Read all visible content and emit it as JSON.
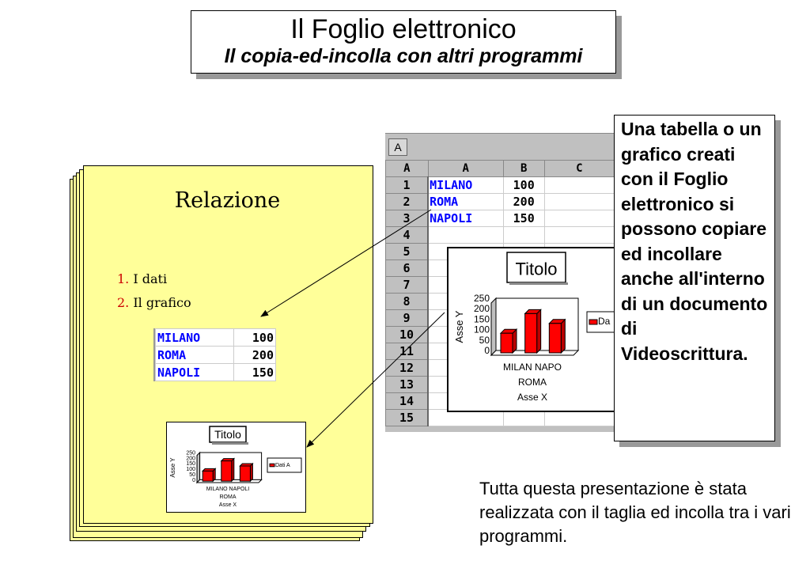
{
  "title": "Il Foglio elettronico",
  "subtitle": "Il copia-ed-incolla con altri programmi",
  "document": {
    "heading": "Relazione",
    "items": [
      {
        "num": "1.",
        "label": "I dati"
      },
      {
        "num": "2.",
        "label": "Il grafico"
      }
    ]
  },
  "table": [
    {
      "city": "MILANO",
      "value": "100"
    },
    {
      "city": "ROMA",
      "value": "200"
    },
    {
      "city": "NAPOLI",
      "value": "150"
    }
  ],
  "sheet": {
    "tab": "A",
    "corner": "A",
    "columns": [
      "A",
      "B",
      "C"
    ],
    "rows": [
      "1",
      "2",
      "3",
      "4",
      "5",
      "6",
      "7",
      "8",
      "9",
      "10",
      "11",
      "12",
      "13",
      "14",
      "15"
    ]
  },
  "chart_data": {
    "type": "bar",
    "title": "Titolo",
    "categories": [
      "MILANO",
      "ROMA",
      "NAPOLI"
    ],
    "values": [
      100,
      200,
      150
    ],
    "series_name": "Dati A",
    "ylabel": "Asse Y",
    "xlabel": "Asse X",
    "ylim": [
      0,
      250
    ],
    "yticks": [
      "250",
      "200",
      "150",
      "100",
      "50",
      "0"
    ],
    "big_xticks": [
      "MILAN NAPO",
      "ROMA"
    ],
    "small_xticks": [
      "MILANO    NAPOLI",
      "ROMA"
    ],
    "big_legend": "Da",
    "bar_color": "#ff0000"
  },
  "callout": "Una tabella o un grafico creati con il Foglio elettronico si possono copiare ed incollare anche all'interno di un documento di Videoscrittura.",
  "bottom_note": "Tutta questa presentazione è stata realizzata con il taglia ed incolla tra i vari programmi."
}
